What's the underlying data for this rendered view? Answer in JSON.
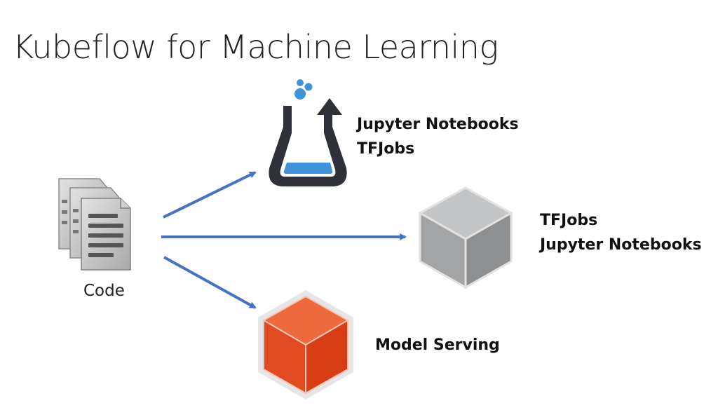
{
  "title": "Kubeflow for Machine Learning",
  "source": {
    "label": "Code",
    "icon": "code-files-icon"
  },
  "targets": [
    {
      "icon": "jupyter-flask-icon",
      "lines": [
        "Jupyter Notebooks",
        "TFJobs"
      ]
    },
    {
      "icon": "gray-cube-icon",
      "lines": [
        "TFJobs",
        "Jupyter Notebooks"
      ]
    },
    {
      "icon": "orange-cube-icon",
      "lines": [
        "Model Serving"
      ]
    }
  ],
  "colors": {
    "arrow": "#4472C4",
    "flask_body": "#2e3138",
    "flask_liquid": "#3d93d9",
    "bubbles": "#3d93d9",
    "gray_cube": "#a6a7a9",
    "orange_cube": "#e8502a"
  }
}
